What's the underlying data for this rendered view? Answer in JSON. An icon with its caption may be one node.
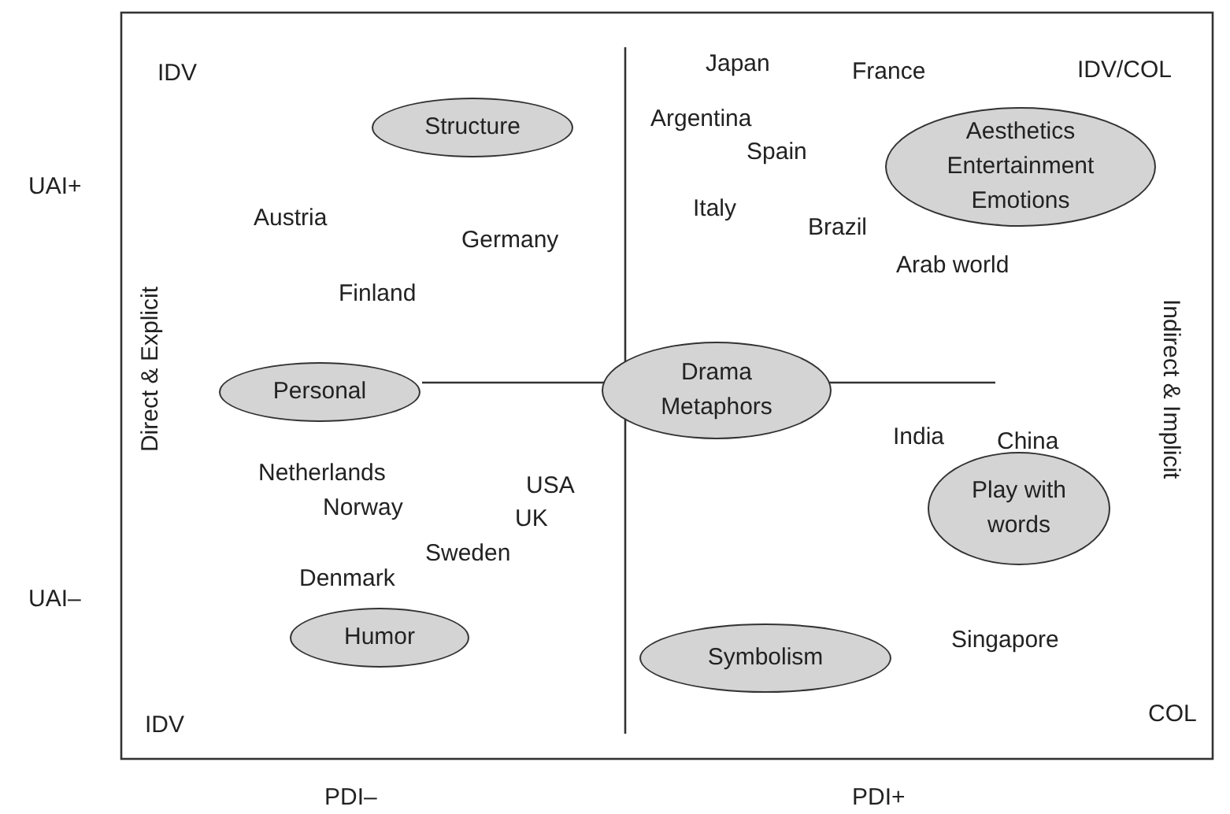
{
  "diagram": {
    "nodes": [
      {
        "text": [
          "Structure"
        ]
      },
      {
        "text": [
          "Aesthetics Entertainment Emotions"
        ]
      },
      {
        "text": [
          "Personal"
        ]
      },
      {
        "text": [
          "Drama Metaphors"
        ]
      },
      {
        "text": [
          "Play with words"
        ]
      },
      {
        "text": [
          "Humor"
        ]
      },
      {
        "text": [
          "Symbolism"
        ]
      }
    ],
    "edges": [],
    "labels": [
      "IDV",
      "Japan",
      "France",
      "IDV/COL",
      "UAI+",
      "Argentina",
      "Spain",
      "Austria",
      "Italy",
      "Brazil",
      "Germany",
      "Arab world",
      "Finland",
      "Direct & Explicit",
      "Indirect & Implicit",
      "India",
      "China",
      "Netherlands",
      "USA",
      "Norway",
      "UK",
      "Sweden",
      "Denmark",
      "UAI–",
      "Singapore",
      "IDV",
      "COL",
      "PDI–",
      "PDI+"
    ]
  }
}
